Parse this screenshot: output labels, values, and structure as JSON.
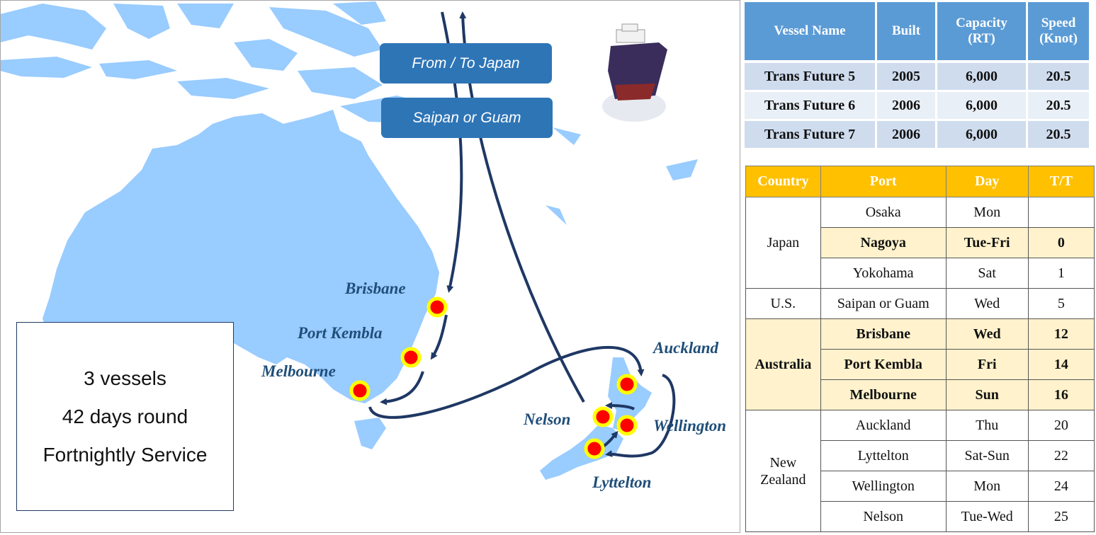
{
  "map": {
    "route_labels": [
      "From / To Japan",
      "Saipan or Guam"
    ],
    "ports": {
      "brisbane": "Brisbane",
      "port_kembla": "Port Kembla",
      "melbourne": "Melbourne",
      "auckland": "Auckland",
      "nelson": "Nelson",
      "wellington": "Wellington",
      "lyttelton": "Lyttelton"
    },
    "info_lines": [
      "3 vessels",
      "42 days round",
      "Fortnightly Service"
    ],
    "colors": {
      "land": "#99ccff",
      "sea": "#ffffff",
      "route": "#1f3864",
      "port_dot": "#ff0000",
      "port_ring": "#ffff00"
    }
  },
  "vessels": {
    "headers": [
      "Vessel Name",
      "Built",
      "Capacity (RT)",
      "Speed (Knot)"
    ],
    "header_lines": [
      [
        "Vessel Name"
      ],
      [
        "Built"
      ],
      [
        "Capacity",
        "(RT)"
      ],
      [
        "Speed",
        "(Knot)"
      ]
    ],
    "rows": [
      [
        "Trans Future 5",
        "2005",
        "6,000",
        "20.5"
      ],
      [
        "Trans Future 6",
        "2006",
        "6,000",
        "20.5"
      ],
      [
        "Trans Future 7",
        "2006",
        "6,000",
        "20.5"
      ]
    ]
  },
  "schedule": {
    "headers": [
      "Country",
      "Port",
      "Day",
      "T/T"
    ],
    "countries": [
      "Japan",
      "U.S.",
      "Australia",
      "New Zealand"
    ],
    "country_lines": {
      "nz": [
        "New",
        "Zealand"
      ]
    },
    "rows": [
      {
        "port": "Osaka",
        "day": "Mon",
        "tt": ""
      },
      {
        "port": "Nagoya",
        "day": "Tue-Fri",
        "tt": "0"
      },
      {
        "port": "Yokohama",
        "day": "Sat",
        "tt": "1"
      },
      {
        "port": "Saipan or Guam",
        "day": "Wed",
        "tt": "5"
      },
      {
        "port": "Brisbane",
        "day": "Wed",
        "tt": "12"
      },
      {
        "port": "Port Kembla",
        "day": "Fri",
        "tt": "14"
      },
      {
        "port": "Melbourne",
        "day": "Sun",
        "tt": "16"
      },
      {
        "port": "Auckland",
        "day": "Thu",
        "tt": "20"
      },
      {
        "port": "Lyttelton",
        "day": "Sat-Sun",
        "tt": "22"
      },
      {
        "port": "Wellington",
        "day": "Mon",
        "tt": "24"
      },
      {
        "port": "Nelson",
        "day": "Tue-Wed",
        "tt": "25"
      }
    ]
  }
}
